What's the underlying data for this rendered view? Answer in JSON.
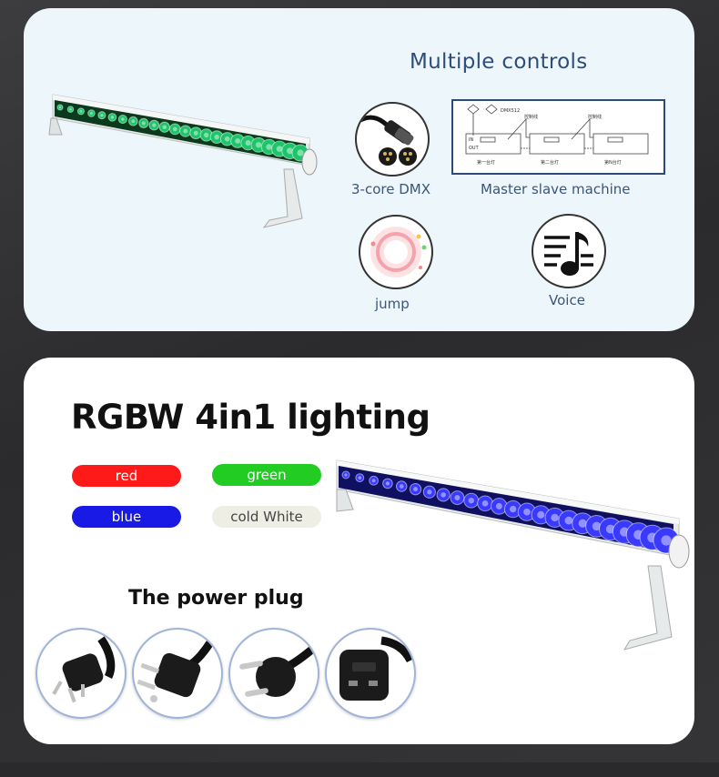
{
  "controls": {
    "title": "Multiple controls",
    "dmx_label": "3-core DMX",
    "master_slave_label": "Master slave machine",
    "jump_label": "jump",
    "voice_label": "Voice",
    "diagram_text": {
      "dmx512": "DMX512",
      "cable1": "控制线",
      "cable2": "控制线",
      "in": "IN",
      "out": "OUT",
      "unit1": "第一台灯",
      "unit2": "第二台灯",
      "unitN": "第N台灯"
    }
  },
  "lighting": {
    "headline": "RGBW 4in1 lighting",
    "colors": [
      {
        "label": "red",
        "bg": "#ff1a1a",
        "fg": "#ffffff"
      },
      {
        "label": "green",
        "bg": "#22cc22",
        "fg": "#ffffff"
      },
      {
        "label": "blue",
        "bg": "#1a1ae6",
        "fg": "#ffffff"
      },
      {
        "label": "cold White",
        "bg": "#eeeee4",
        "fg": "#444444"
      }
    ]
  },
  "power": {
    "title": "The power plug",
    "plugs": [
      "australian-plug-icon",
      "us-plug-icon",
      "eu-plug-icon",
      "uk-plug-icon"
    ]
  },
  "accent": {
    "green_led": "#1ec46a",
    "blue_led": "#3a3aff",
    "caption_color": "#3c5678"
  }
}
